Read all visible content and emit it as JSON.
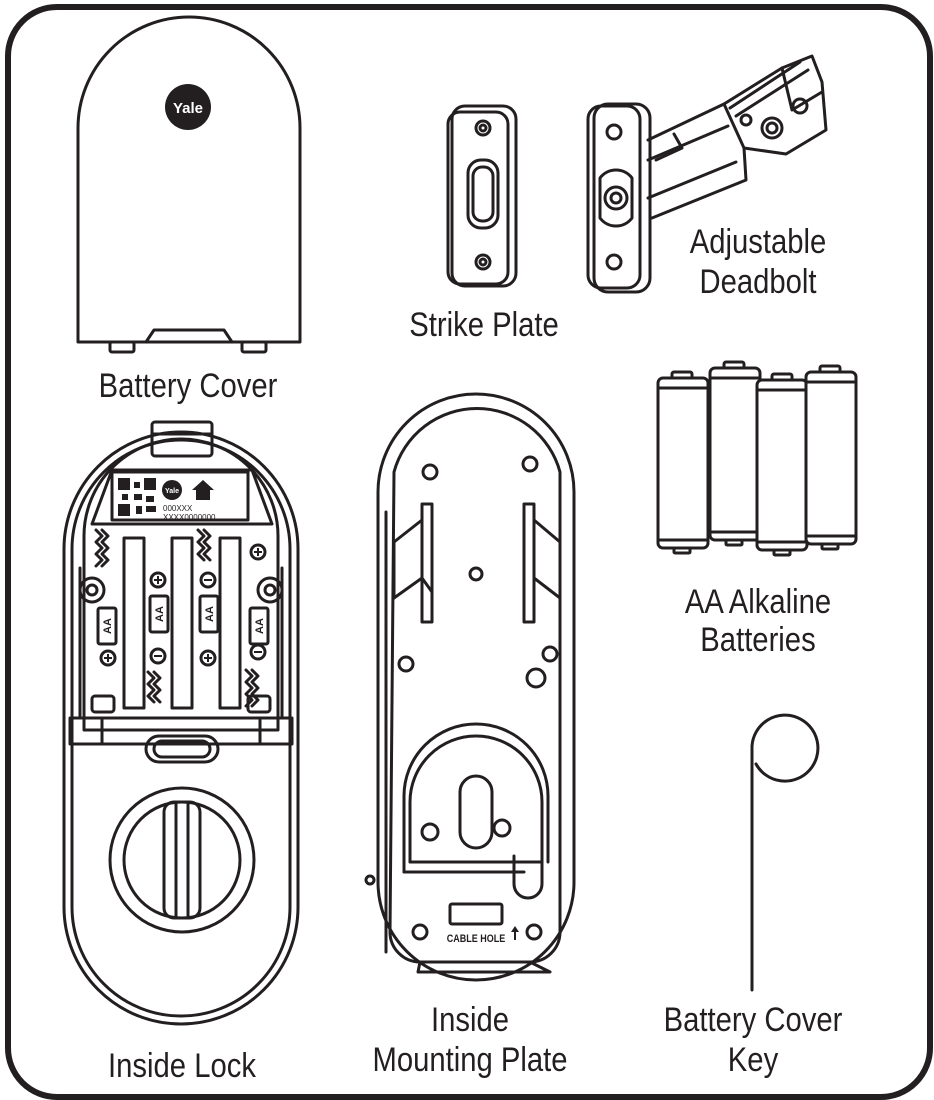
{
  "labels": {
    "battery_cover": "Battery Cover",
    "strike_plate": "Strike Plate",
    "adjustable_deadbolt_line1": "Adjustable",
    "adjustable_deadbolt_line2": "Deadbolt",
    "aa_batteries_line1": "AA Alkaline",
    "aa_batteries_line2": "Batteries",
    "inside_lock": "Inside Lock",
    "mounting_plate_line1": "Inside",
    "mounting_plate_line2": "Mounting Plate",
    "battery_cover_key_line1": "Battery Cover",
    "battery_cover_key_line2": "Key"
  },
  "logo_text": "Yale",
  "inside_lock": {
    "sticker_serial_1": "000XXX",
    "sticker_serial_2": "XXXX0000000",
    "battery_marking": "AA"
  },
  "mounting_plate": {
    "cable_hole_text": "CABLE HOLE"
  },
  "colors": {
    "line": "#231f20",
    "background": "#ffffff"
  }
}
